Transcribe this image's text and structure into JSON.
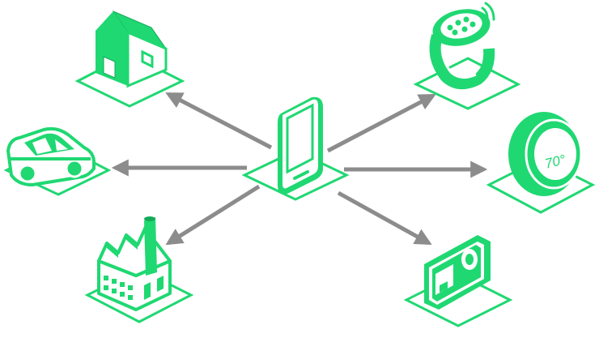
{
  "colors": {
    "accent": "#1fd872",
    "accent_dark": "#14a958",
    "arrow": "#8c8c8c",
    "background": "#ffffff"
  },
  "hub": {
    "icon": "smartphone-icon"
  },
  "devices": [
    {
      "id": "house",
      "icon": "house-icon"
    },
    {
      "id": "car",
      "icon": "car-icon"
    },
    {
      "id": "factory",
      "icon": "factory-icon"
    },
    {
      "id": "smartwatch",
      "icon": "smartwatch-icon"
    },
    {
      "id": "thermostat",
      "icon": "thermostat-icon",
      "display": "70°"
    },
    {
      "id": "action-camera",
      "icon": "action-camera-icon"
    }
  ]
}
